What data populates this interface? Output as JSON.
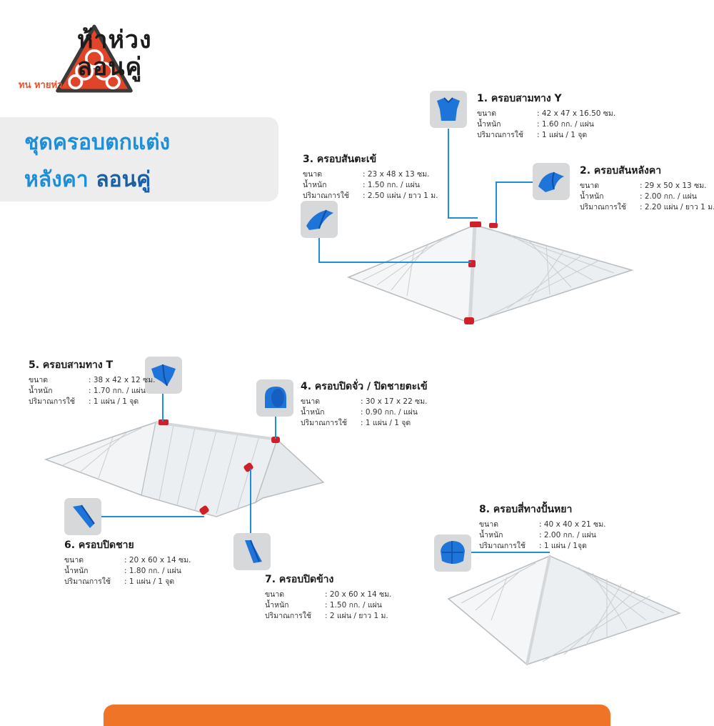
{
  "brand": {
    "line1": "ห้าห่วง",
    "line2": "ลอนคู่",
    "tagline": "ทน หายห่วง"
  },
  "title": {
    "line1": "ชุดครอบตกแต่ง",
    "line2_a": "หลังคา",
    "line2_b": "ลอนคู่"
  },
  "colors": {
    "accent_blue": "#1e8fd6",
    "brand_orange": "#f07428",
    "logo_red": "#e0452a",
    "cap_red": "#d11f2a"
  },
  "spec_labels": {
    "size": "ขนาด",
    "weight": "น้ำหนัก",
    "qty": "ปริมาณการใช้"
  },
  "items": [
    {
      "title": "1. ครอบสามทาง Y",
      "size": ": 42 x 47 x 16.50 ซม.",
      "weight": ": 1.60 กก. / แผ่น",
      "qty": ": 1 แผ่น / 1 จุด",
      "icon": "y-ridge-cap-icon"
    },
    {
      "title": "2. ครอบสันหลังคา",
      "size": ": 29 x 50 x 13 ซม.",
      "weight": ": 2.00 กก. / แผ่น",
      "qty": ": 2.20 แผ่น / ยาว 1 ม.",
      "icon": "ridge-cap-icon"
    },
    {
      "title": "3. ครอบสันตะเข้",
      "size": ": 23  x 48 x 13 ซม.",
      "weight": ": 1.50 กก. / แผ่น",
      "qty": ": 2.50 แผ่น / ยาว 1 ม.",
      "icon": "hip-cap-icon"
    },
    {
      "title": "4. ครอบปิดจั่ว / ปิดชายตะเข้",
      "size": ": 30 x 17 x 22 ซม.",
      "weight": ": 0.90 กก. / แผ่น",
      "qty": ": 1 แผ่น / 1 จุด",
      "icon": "end-cap-icon"
    },
    {
      "title": "5. ครอบสามทาง T",
      "size": ": 38 x 42 x 12 ซม.",
      "weight": ": 1.70 กก. / แผ่น",
      "qty": ": 1 แผ่น / 1 จุด",
      "icon": "t-ridge-cap-icon"
    },
    {
      "title": "6. ครอบปิดชาย",
      "size": ": 20 x 60 x 14 ซม.",
      "weight": ": 1.80 กก. / แผ่น",
      "qty": ": 1 แผ่น / 1 จุด",
      "icon": "eave-cap-icon"
    },
    {
      "title": "7. ครอบปิดข้าง",
      "size": ": 20 x 60 x 14 ซม.",
      "weight": ": 1.50 กก. / แผ่น",
      "qty": ": 2 แผ่น / ยาว 1 ม.",
      "icon": "side-cap-icon"
    },
    {
      "title": "8. ครอบสี่ทางปั้นหยา",
      "size": ": 40 x 40 x 21 ซม.",
      "weight": ": 2.00 กก. / แผ่น",
      "qty": ": 1 แผ่น / 1จุด",
      "icon": "four-way-cap-icon"
    }
  ]
}
